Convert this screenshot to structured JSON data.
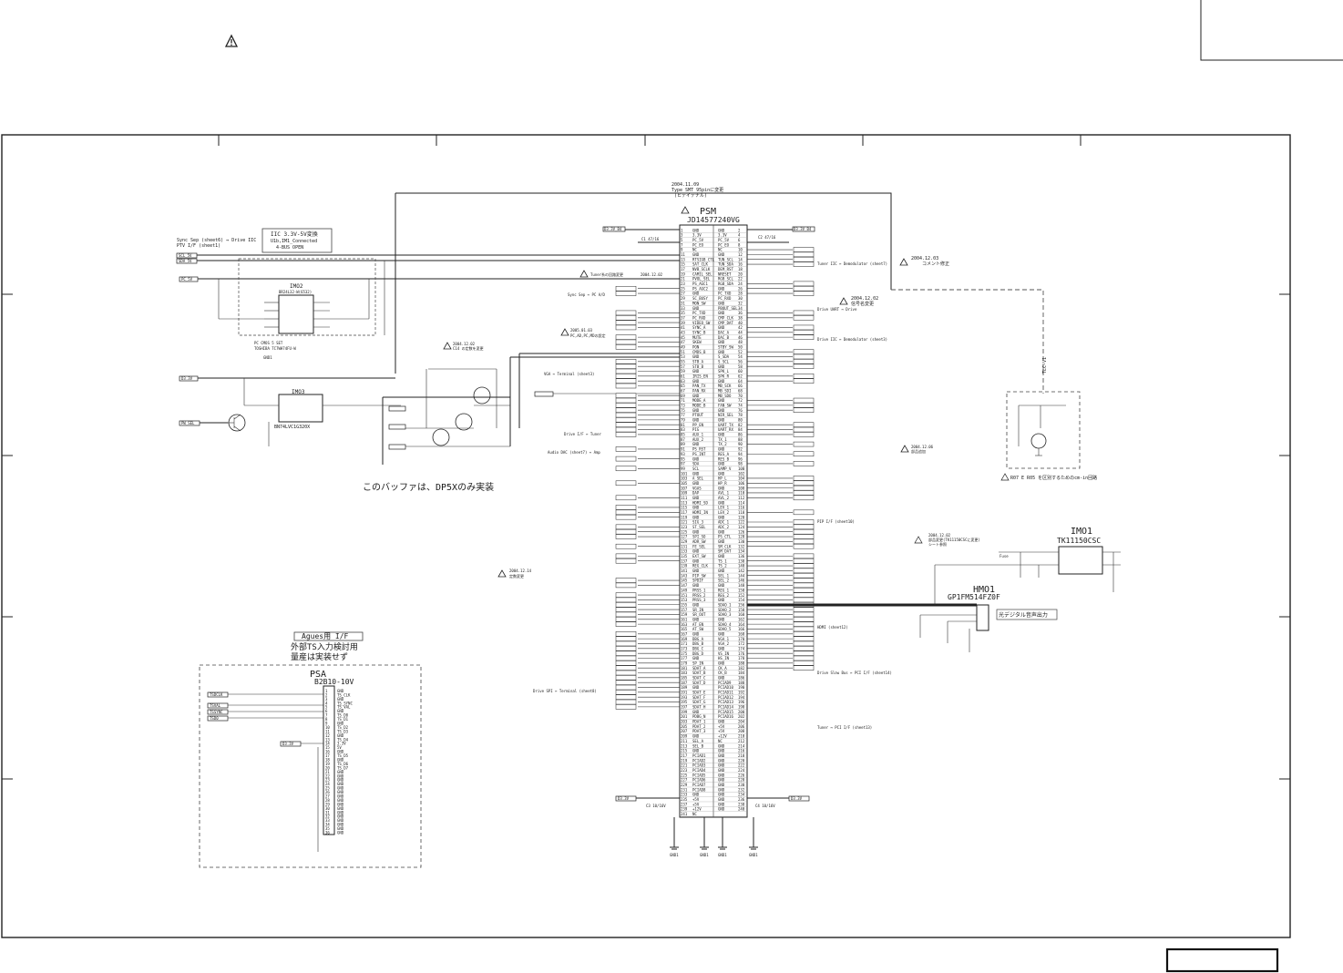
{
  "psm": {
    "ref": "PSM",
    "part": "JD14577240VG",
    "revision_date": "2004.11.09",
    "revision_note": "Type SMT 95pinに変更",
    "revision_note2": "(ヒテイテナル)",
    "left_pins": [
      "GND",
      "3.3V",
      "PC_5V",
      "PC_EO",
      "NC",
      "GND",
      "RTSIGB_CTL",
      "SAT_CLK",
      "NVB_SCLK",
      "CAMIL_SEL",
      "PVOL_SEL",
      "PS_AGC1",
      "PS_AGC2",
      "GND",
      "SC_BUSY",
      "MON_SW",
      "GND",
      "PC_TXD",
      "PC_RXD",
      "VIDEO_SW",
      "SYNC_A",
      "SYNC_B",
      "MUTE",
      "SKEW",
      "PON",
      "CMDS_B",
      "GND",
      "STB_A",
      "STB_B",
      "GND",
      "IRIS_EN",
      "GND",
      "PAN_TX",
      "PAN_RX",
      "GND",
      "MODE_A",
      "MODE_B",
      "GND",
      "PTOUT",
      "GND",
      "PP_EN",
      "PIG",
      "AUX_1",
      "AUX_2",
      "GND",
      "PS_RST",
      "PS_INT",
      "GND",
      "SDA",
      "SCL",
      "GND",
      "A_SEL",
      "GND",
      "VGAS",
      "DAP",
      "GND",
      "HDMI_SD",
      "GND",
      "HDMI_IN",
      "GND",
      "SIG_3",
      "ST_SEL",
      "GND",
      "SPI_SO",
      "ADR_SW",
      "FE_SEL",
      "GND",
      "EXT_SW",
      "GND",
      "REG_CLK",
      "GND",
      "PIP_SW",
      "SPDIF",
      "GND",
      "PRSS_1",
      "PRSS_2",
      "PRSS_3",
      "GND",
      "SR_IN",
      "SR_OUT",
      "GND",
      "AT_EN",
      "AT_SW",
      "GND",
      "DBG_A",
      "DBG_B",
      "DBG_C",
      "DBG_D",
      "GND",
      "SP_IN",
      "SDAT_A",
      "SDAT_B",
      "SDAT_C",
      "SDAT_D",
      "GND",
      "SDAT_E",
      "SDAT_F",
      "SDAT_G",
      "SDAT_H",
      "GND",
      "PDBG_N",
      "PDAT_1",
      "PDAT_2",
      "PDAT_3",
      "GND",
      "SEL_A",
      "SEL_B",
      "GND",
      "PCIAD1",
      "PCIAD2",
      "PCIAD3",
      "PCIAD4",
      "PCIAD5",
      "PCIAD6",
      "PCIAD7",
      "PCIAD8",
      "GND",
      "+5V",
      "+5V",
      "+12V",
      "NC"
    ],
    "right_pins": [
      "GND",
      "3.3V",
      "PC_5V",
      "PC_EO",
      "NC",
      "GND",
      "TUN_SCL",
      "TUN_SDA",
      "DEM_RST",
      "NRESET",
      "RGB_SCL",
      "RGB_SDA",
      "GND",
      "PC_TXD",
      "PC_RXD",
      "GND",
      "PBOUT_SEL",
      "GND",
      "CMP_CLK",
      "CMP_DAT",
      "GND",
      "DAC_A",
      "DAC_B",
      "GND",
      "STBY_SW",
      "GND",
      "S_SDA",
      "S_SCL",
      "GND",
      "SPK_L",
      "SPK_R",
      "GND",
      "MB_SCK",
      "MB_SDI",
      "MB_SDO",
      "GND",
      "FAN_SW",
      "GND",
      "NIR_SEL",
      "GND",
      "UART_TX",
      "UART_RX",
      "GND",
      "TX_1",
      "TX_2",
      "GND",
      "RES_A",
      "RES_B",
      "GND",
      "SAMP_V",
      "GND",
      "HP_L",
      "HP_R",
      "GND",
      "AVL_1",
      "AVL_2",
      "GND",
      "LEV_1",
      "LEV_2",
      "GND",
      "ADC_1",
      "ADC_2",
      "GND",
      "PS_CTL",
      "GND",
      "SM_CLK",
      "SM_DAT",
      "GND",
      "TS_1",
      "TS_2",
      "GND",
      "SEL_1",
      "SEL_2",
      "GND",
      "REG_1",
      "REG_2",
      "GND",
      "SDAO_1",
      "SDAO_2",
      "SDAO_3",
      "GND",
      "SDAO_4",
      "SDAO_5",
      "GND",
      "VGA_1",
      "VGA_2",
      "GND",
      "VS_IN",
      "HS_IN",
      "GND",
      "CK_A",
      "CK_B",
      "GND",
      "PCIAD9",
      "PCIAD10",
      "PCIAD11",
      "PCIAD12",
      "PCIAD13",
      "PCIAD14",
      "PCIAD15",
      "PCIAD16",
      "GND",
      "+5V",
      "+5V",
      "+12V",
      "NC",
      "GND",
      "GND",
      "GND",
      "GND",
      "GND",
      "GND",
      "GND",
      "GND",
      "GND",
      "GND",
      "GND",
      "GND",
      "GND",
      "GND"
    ]
  },
  "top_flags": {
    "left": "D3.3V_B4",
    "right": "D3.3V_B4",
    "c1": "C1 47/16",
    "c2": "C2 47/16"
  },
  "imo2": {
    "ref": "IMO2",
    "part": "BR24L32-W(6532)",
    "box_title": "IIC 3.3V-5V変換",
    "box_line2": "U1b,IM1_Connected",
    "box_line3": "4-BUS OPEN",
    "note": "PC CMOS 5 SET",
    "note2": "TOSHIBA TC7WH74FU-W",
    "gnd": "GND1"
  },
  "imo3": {
    "ref": "IMO3",
    "part": "BN74LVC1G320X"
  },
  "left_signals": [
    "Sync Sep (sheet6) ↔ Drive IIC",
    "PTV I/F (sheet1)",
    "SCL_5V",
    "SDA_5V",
    "PC_5V",
    "D3.3V",
    "PW_SEL"
  ],
  "sub_box": {
    "title": "Agues用 I/F",
    "line2": "外部TS入力検討用",
    "line3": "量産は実装せず",
    "ref": "PSA",
    "part": "B2B10-10V",
    "pins": [
      "GND",
      "TS_CLK",
      "GND",
      "TS_SYNC",
      "TS_VAL",
      "GND",
      "TS_D0",
      "TS_D1",
      "GND",
      "TS_D2",
      "TS_D3",
      "GND",
      "TS_D4",
      "3.3V",
      "5V",
      "GND",
      "TS_D5",
      "GND",
      "TS_D6",
      "TS_D7",
      "GND",
      "GND",
      "GND",
      "GND",
      "GND",
      "GND",
      "GND",
      "GND",
      "GND",
      "GND",
      "GND",
      "GND",
      "GND",
      "GND",
      "GND",
      "GND"
    ],
    "signals": [
      "TSDCLK",
      "TSVAL",
      "TSSYNC",
      "TSD0"
    ],
    "vlabel": "D3.3V"
  },
  "buffer_note": "このバッファは、DP5Xのみ実装",
  "rev_notes": [
    {
      "date": "2004.12.02",
      "text": "Tuner系の回路変更"
    },
    {
      "date": "2004.12.02",
      "text": "C14 の定数を変更"
    },
    {
      "date": "2005.01.03",
      "text": "PC,AD,PC,MDの設定"
    },
    {
      "date": "2004.12.03",
      "text": "コメント修正"
    },
    {
      "date": "2004.12.02",
      "text": "信号名変更"
    },
    {
      "date": "2004.12.06",
      "text": "部品追加"
    },
    {
      "date": "2004.12.14",
      "text": "定数変更"
    }
  ],
  "psm_notes": [
    "Tuner IIC ↔ Demodulator (sheet7)",
    "Sync Sep ↔ PC A/D",
    "VGA ↔ Terminal (sheet3)",
    "Drive UART ↔ Drive",
    "Audio DAC (sheet7) ↔ Amp",
    "Drive IIC ↔ Demodulator (sheet3)",
    "Drive I/F ↔ Tuner",
    "PIP I/F (sheet10)",
    "Drive Slow Bus ↔ PCI I/F (sheet14)",
    "Tuner ↔ PCI I/F (sheet13)",
    "Drive SPI ↔ Terminal (sheet8)",
    "HDMI (sheet12)"
  ],
  "imo1": {
    "ref": "IMO1",
    "part": "TK11150CSC",
    "note1": "2004.12.02",
    "note2": "部品変更(TK11150CSCに変更)",
    "note3": "シート参照",
    "fuse": "Fuse"
  },
  "hmo1": {
    "ref": "HMO1",
    "part": "GP1FM514FZ0F",
    "label": "光デジタル音声出力"
  },
  "right_box_label": "R07 E R05 を区別するためのcm-in回路",
  "right_box_vlabel": "TEC-V1",
  "gnd_labels": [
    "GND1",
    "GND1",
    "GND1",
    "GND1"
  ],
  "bottom_flags": {
    "left": "D3.3V",
    "right": "D3.3V",
    "c1": "C3 10/16V",
    "c2": "C4 10/16V"
  }
}
